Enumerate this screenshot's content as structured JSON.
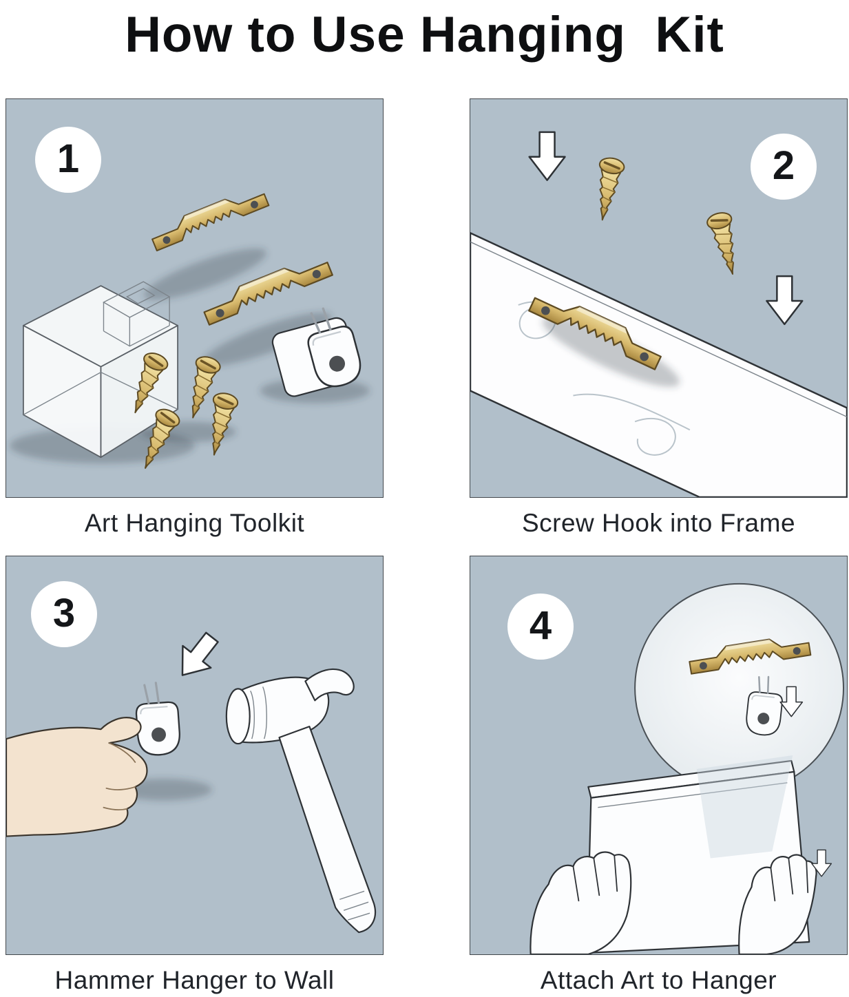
{
  "title": "How to Use Hanging  Kit",
  "steps": [
    {
      "number": "1",
      "caption": "Art Hanging Toolkit"
    },
    {
      "number": "2",
      "caption": "Screw Hook into Frame"
    },
    {
      "number": "3",
      "caption": "Hammer Hanger to Wall"
    },
    {
      "number": "4",
      "caption": "Attach Art to Hanger"
    }
  ],
  "colors": {
    "panel_bg": "#b1bfca",
    "brass_light": "#f0dfa0",
    "brass_mid": "#d7b96d",
    "brass_dark": "#a8873f",
    "skin": "#f3e3cf",
    "ink": "#17191c"
  }
}
